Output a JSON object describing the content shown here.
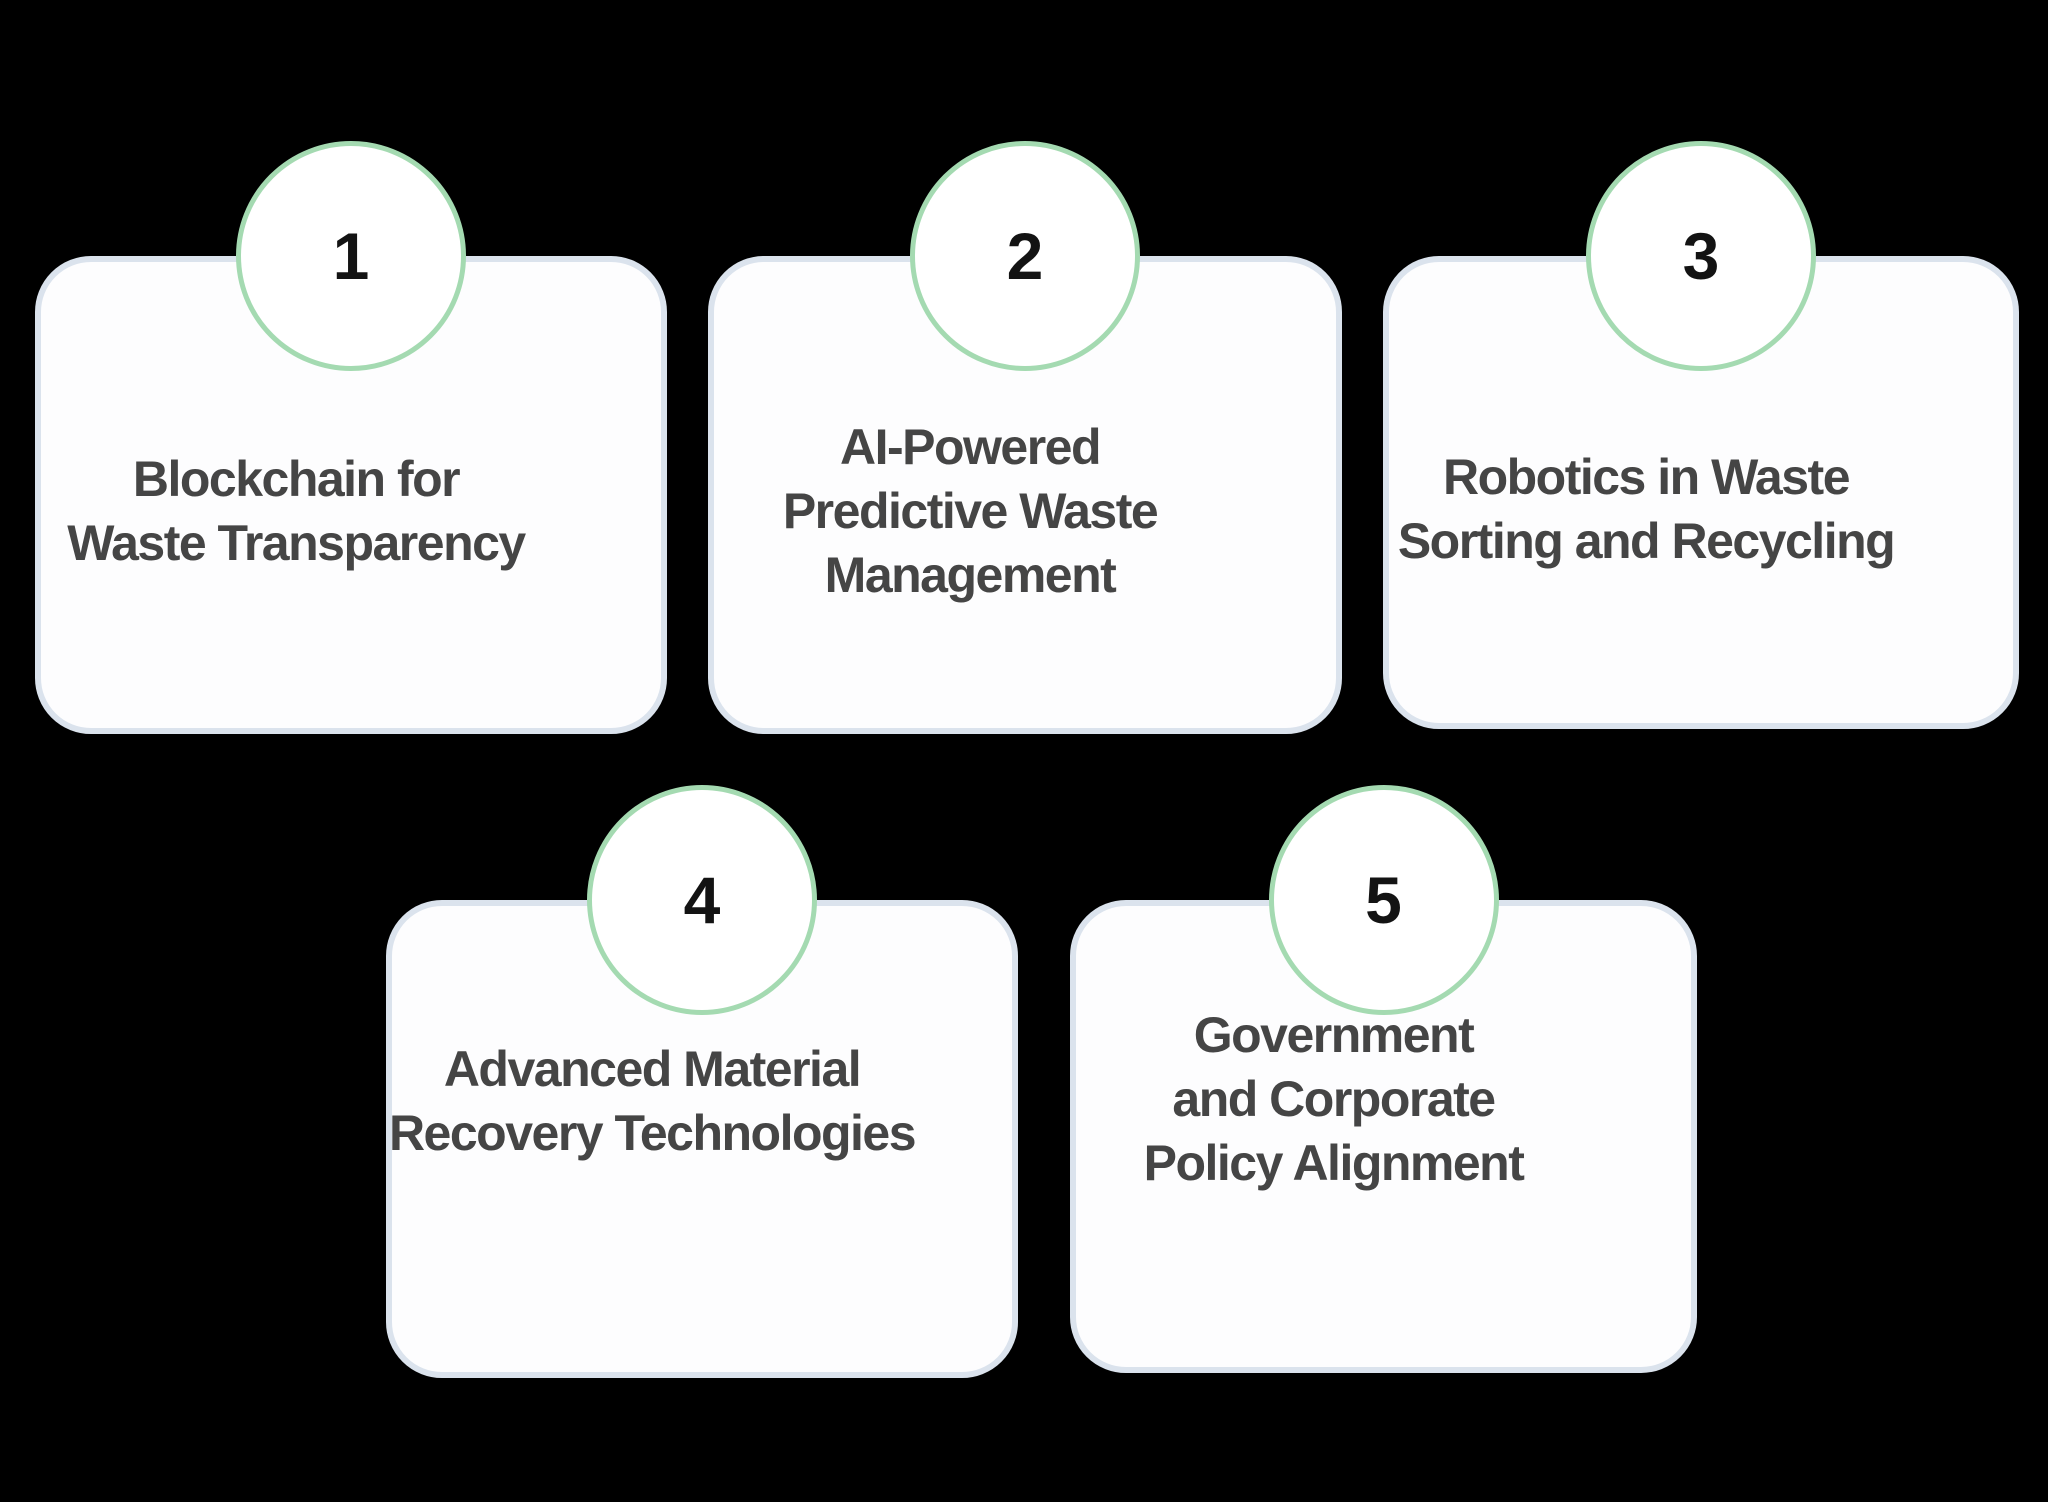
{
  "canvas": {
    "background_color": "#000000"
  },
  "theme": {
    "card_background": "#fdfdfe",
    "card_border_color": "#dbe3ed",
    "circle_background": "#ffffff",
    "circle_border_color": "#a4dab1",
    "number_color": "#131313",
    "title_color": "#454545"
  },
  "cards": [
    {
      "number": "1",
      "title_lines": [
        "Blockchain for",
        "Waste Transparency"
      ]
    },
    {
      "number": "2",
      "title_lines": [
        "AI-Powered",
        "Predictive Waste",
        "Management"
      ]
    },
    {
      "number": "3",
      "title_lines": [
        "Robotics in Waste",
        "Sorting and Recycling"
      ]
    },
    {
      "number": "4",
      "title_lines": [
        "Advanced Material",
        "Recovery Technologies"
      ]
    },
    {
      "number": "5",
      "title_lines": [
        "Government",
        "and Corporate",
        "Policy Alignment"
      ]
    }
  ]
}
